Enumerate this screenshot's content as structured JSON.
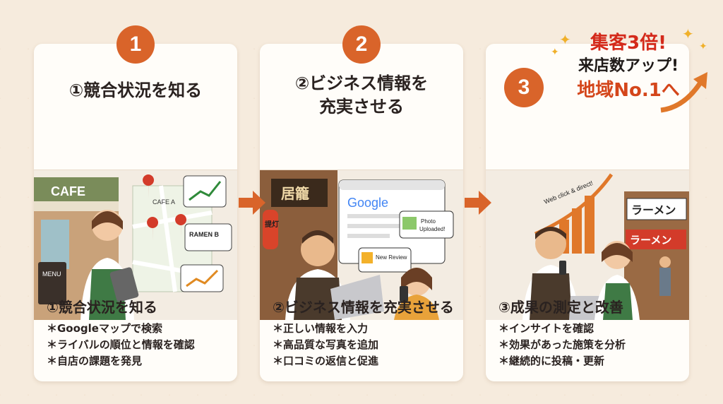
{
  "badges": [
    "1",
    "2",
    "3"
  ],
  "cards": [
    {
      "title": "①競合状況を知る",
      "step_title": "①競合状況を知る",
      "items": [
        "＊Googleマップで検索",
        "＊ライバルの順位と情報を確認",
        "＊自店の課題を発見"
      ],
      "scene": {
        "sign": "CAFE",
        "map_label_a": "CAFE A",
        "map_label_b": "RAMEN B",
        "menu": "MENU"
      }
    },
    {
      "title_line1": "②ビジネス情報を",
      "title_line2": "充実させる",
      "step_title": "②ビジネス情報を充実させる",
      "items": [
        "＊正しい情報を入力",
        "＊高品質な写真を追加",
        "＊口コミの返信と促進"
      ],
      "scene": {
        "sign": "居籠",
        "lantern": "提灯",
        "browser_logo": "Google",
        "photo_line1": "Photo",
        "photo_line2": "Uploaded!",
        "review": "New Review"
      }
    },
    {
      "step_title": "③成果の測定と改善",
      "items": [
        "＊インサイトを確認",
        "＊効果があった施策を分析",
        "＊継続的に投稿・更新"
      ],
      "scene": {
        "sign": "ラーメン",
        "sign2": "ラーメン",
        "chart_label": "Web click & direct!"
      }
    }
  ],
  "headline": {
    "line1": "集客3倍!",
    "line2": "来店数アップ!",
    "line3": "地域No.1へ"
  },
  "colors": {
    "accent": "#d9642a",
    "red": "#d42a1b",
    "background": "#f6ebdd"
  },
  "icons": [
    "arrow-right-icon",
    "sparkle-icon",
    "map-pin-icon",
    "trend-chart-icon",
    "laptop-icon",
    "smartphone-icon",
    "thumbs-up-icon",
    "photo-icon",
    "growth-arrow-icon"
  ]
}
